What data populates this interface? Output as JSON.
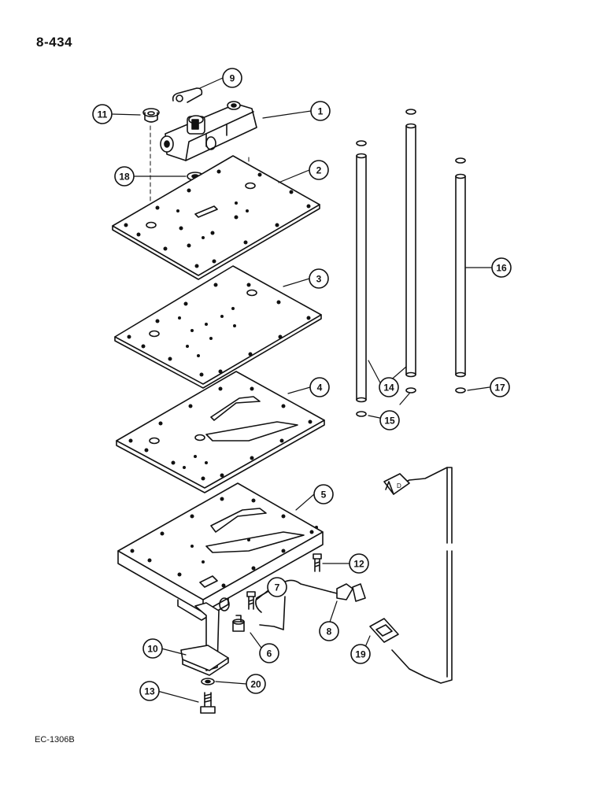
{
  "page_number": "8-434",
  "footer_code": "EC-1306B",
  "colors": {
    "line": "#111111",
    "paper": "#ffffff"
  },
  "callouts": [
    {
      "id": "1",
      "label": "1"
    },
    {
      "id": "2",
      "label": "2"
    },
    {
      "id": "3",
      "label": "3"
    },
    {
      "id": "4",
      "label": "4"
    },
    {
      "id": "5",
      "label": "5"
    },
    {
      "id": "6",
      "label": "6"
    },
    {
      "id": "7",
      "label": "7"
    },
    {
      "id": "8",
      "label": "8"
    },
    {
      "id": "9",
      "label": "9"
    },
    {
      "id": "10",
      "label": "10"
    },
    {
      "id": "11",
      "label": "11"
    },
    {
      "id": "12",
      "label": "12"
    },
    {
      "id": "13",
      "label": "13"
    },
    {
      "id": "14",
      "label": "14"
    },
    {
      "id": "15",
      "label": "15"
    },
    {
      "id": "16",
      "label": "16"
    },
    {
      "id": "17",
      "label": "17"
    },
    {
      "id": "18",
      "label": "18"
    },
    {
      "id": "19",
      "label": "19"
    },
    {
      "id": "20",
      "label": "20"
    }
  ]
}
